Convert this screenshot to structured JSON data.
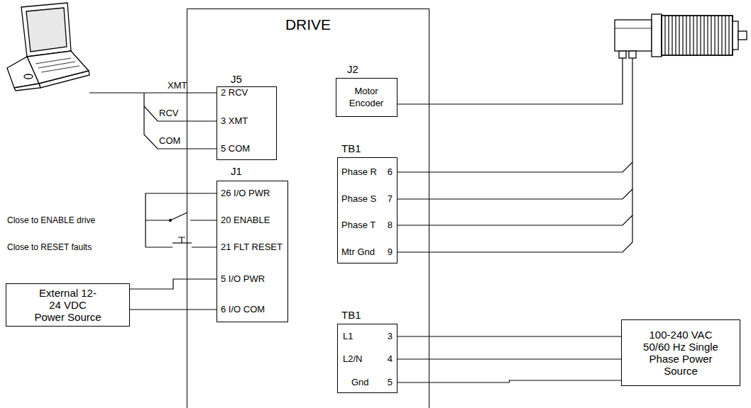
{
  "diagram": {
    "nodes": [
      {
        "text": [
          "DRIVE"
        ]
      },
      {
        "text": [
          "J5",
          "2 RCV",
          "3 XMT",
          "5 COM"
        ],
        "in": 0
      },
      {
        "text": [
          "J1",
          "26 I/O PWR",
          "20 ENABLE",
          "21 FLT RESET",
          "5 I/O PWR",
          "6 I/O COM"
        ],
        "in": 0
      },
      {
        "text": [
          "External 12-24 VDC Power Source"
        ]
      },
      {
        "text": [
          "J2",
          "Motor Encoder"
        ],
        "in": 0
      },
      {
        "text": [
          "TB1",
          "Phase R",
          "6",
          "Phase S",
          "7",
          "Phase T",
          "8",
          "Mtr Gnd",
          "9"
        ],
        "in": 0
      },
      {
        "text": [
          "TB1",
          "L1",
          "3",
          "L2/N",
          "4",
          "Gnd",
          "5"
        ],
        "in": 0
      },
      {
        "text": [
          "100-240 VAC 50/60 Hz Single Phase Power Source"
        ]
      }
    ],
    "edges": [
      {
        "from": 3,
        "to": 2,
        "arrow": "none"
      },
      {
        "from": 3,
        "to": 2,
        "arrow": "none"
      },
      {
        "from": 7,
        "to": 6,
        "arrow": "none"
      },
      {
        "from": 7,
        "to": 6,
        "arrow": "none"
      },
      {
        "from": 7,
        "to": 6,
        "arrow": "none"
      }
    ],
    "labels": [
      "XMT",
      "RCV",
      "COM",
      "Close to ENABLE drive",
      "Close to RESET faults"
    ]
  }
}
